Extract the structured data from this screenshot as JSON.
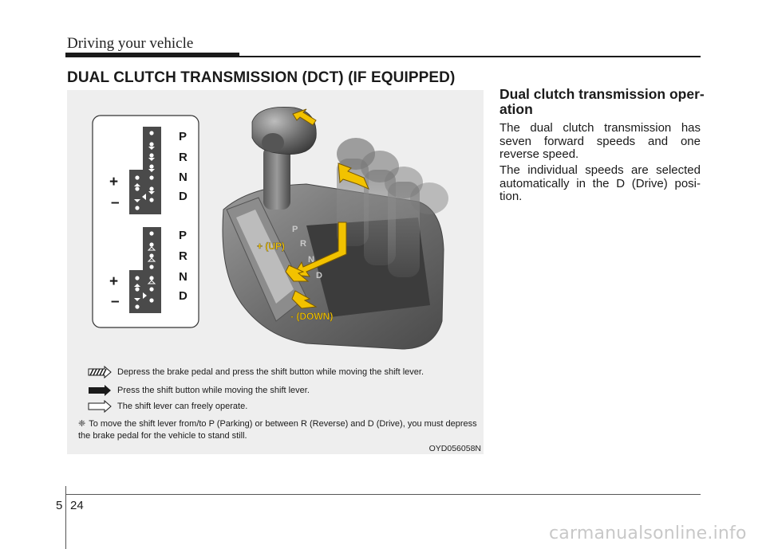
{
  "header": {
    "running_title": "Driving your vehicle"
  },
  "section": {
    "title": "DUAL CLUTCH TRANSMISSION (DCT) (IF EQUIPPED)"
  },
  "figure": {
    "gate_upper": {
      "labels": [
        "P",
        "R",
        "N",
        "D"
      ],
      "plus": "+",
      "minus": "–"
    },
    "gate_lower": {
      "labels": [
        "P",
        "R",
        "N",
        "D"
      ],
      "plus": "+",
      "minus": "–"
    },
    "up_label": "+ (UP)",
    "down_label": "- (DOWN)",
    "console_letters": [
      "P",
      "R",
      "N",
      "D"
    ],
    "legend": [
      {
        "icon": "striped-arrow-icon",
        "text": "Depress the brake pedal and press the shift button while moving the shift lever."
      },
      {
        "icon": "solid-arrow-icon",
        "text": "Press the shift button while moving the shift lever."
      },
      {
        "icon": "outline-arrow-icon",
        "text": "The shift lever can freely operate."
      }
    ],
    "note_mark": "❈",
    "note": "To move the shift lever from/to P (Parking) or between R (Reverse) and D (Drive), you must depress the brake pedal for the vehicle to stand still.",
    "code": "OYD056058N"
  },
  "body": {
    "subheading": "Dual clutch transmission oper-ation",
    "paragraph1": "The dual clutch transmission has seven forward speeds and one reverse speed.",
    "paragraph2": "The individual speeds are selected automatically in the D (Drive) posi-tion."
  },
  "footer": {
    "chapter": "5",
    "page": "24"
  },
  "watermark": "carmanualsonline.info",
  "colors": {
    "arrow_yellow": "#f2c200",
    "panel_bg": "#eeeeee",
    "text": "#1a1a1a"
  }
}
